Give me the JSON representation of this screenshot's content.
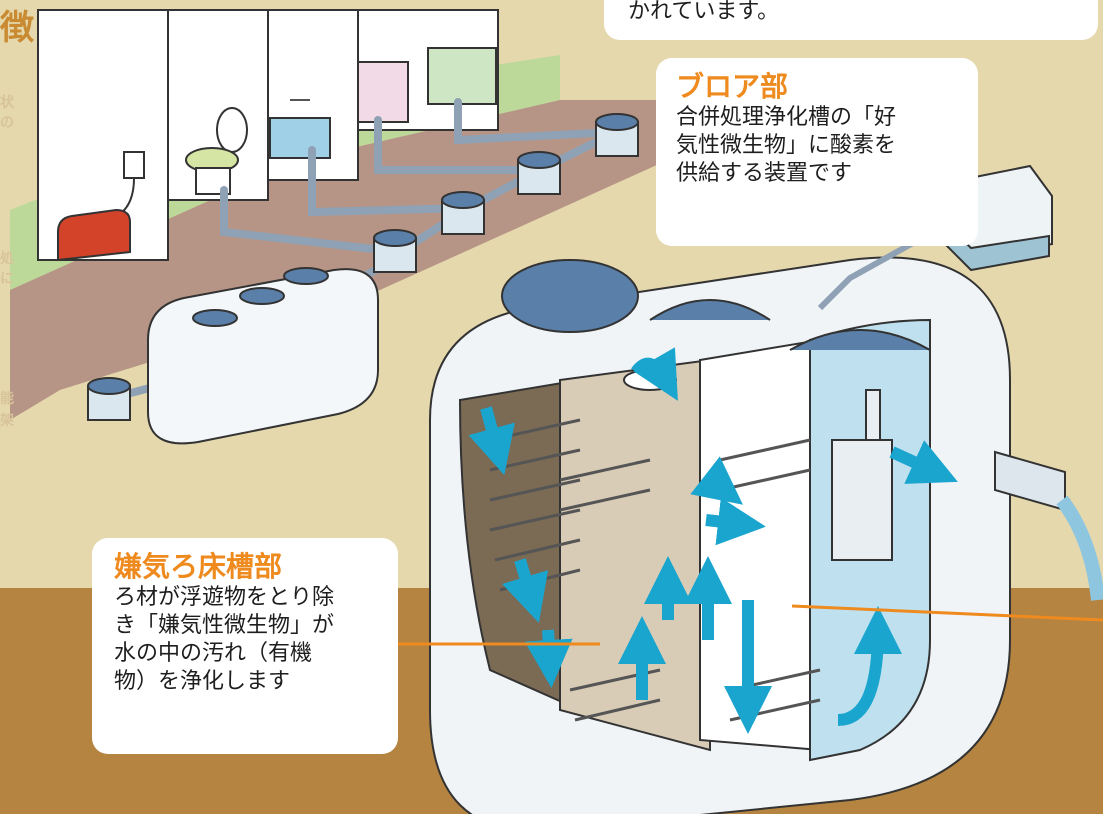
{
  "heading_fragment": "徴",
  "side_fragments": [
    "状",
    "の",
    "処",
    "に",
    "能",
    "架"
  ],
  "top_callout": {
    "text": "かれています。"
  },
  "blower": {
    "title": "ブロア部",
    "body": "合併処理浄化槽の「好\n気性微生物」に酸素を\n供給する装置です"
  },
  "anaerobic": {
    "title": "嫌気ろ床槽部",
    "body": "ろ材が浮遊物をとり除\nき「嫌気性微生物」が\n水の中の汚れ（有機\n物）を浄化します"
  },
  "colors": {
    "background": "#e5d8ad",
    "ground": "#b58440",
    "accent_orange": "#ee8a1e",
    "flow_arrow": "#1aa5cf",
    "lid_blue": "#5a7fa8",
    "floor_pink": "#b79586",
    "floor_green": "#bcd99a",
    "water": "#bfe0ee"
  },
  "icons": [
    "flow-arrow-icon",
    "manhole-lid-icon",
    "blower-icon",
    "toilet-icon",
    "bathtub-icon",
    "sink-icon",
    "water-heater-icon"
  ]
}
